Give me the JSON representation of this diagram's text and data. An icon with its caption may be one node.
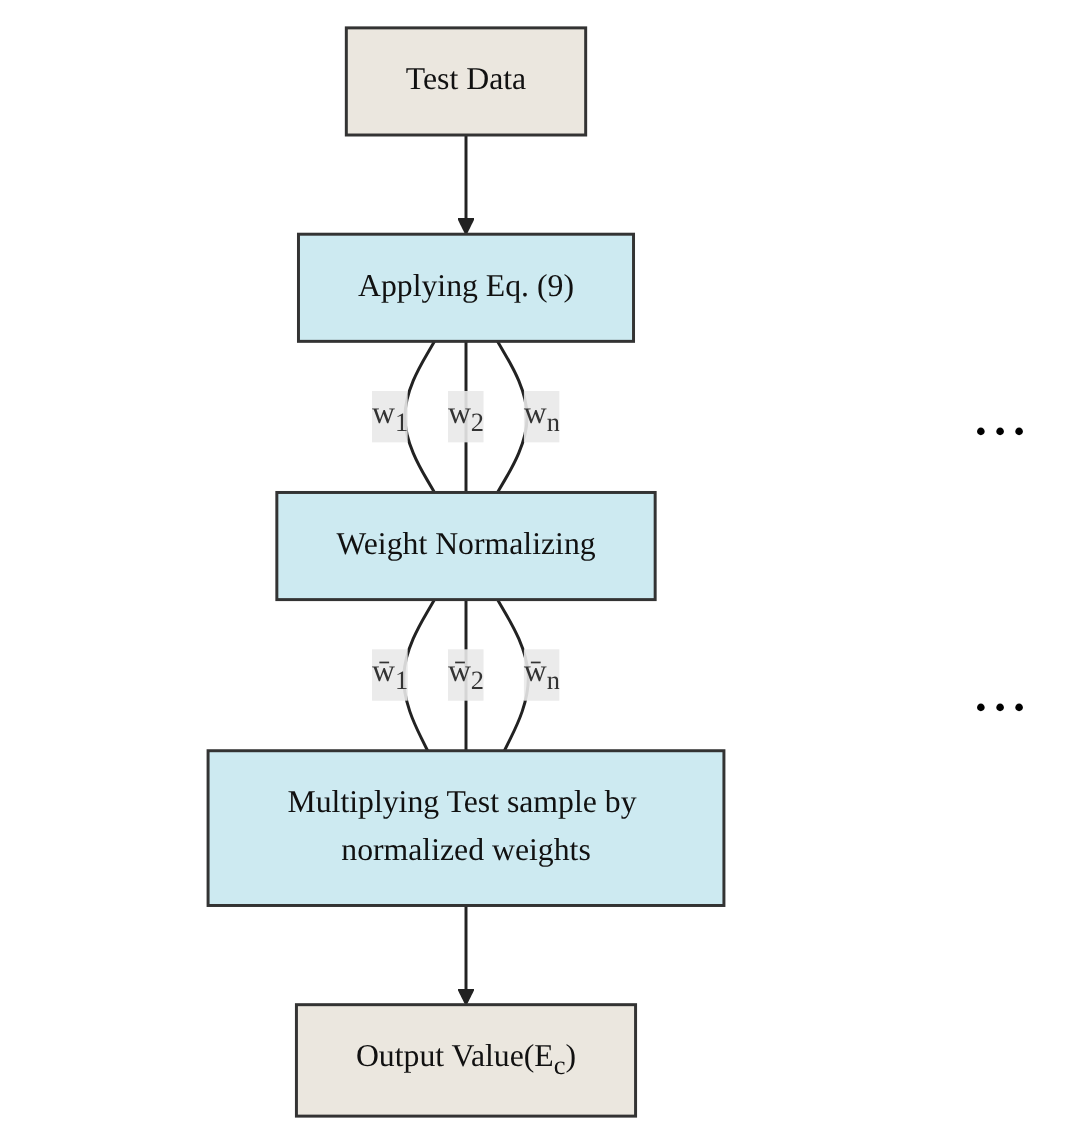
{
  "diagram": {
    "nodes": [
      {
        "text": [
          "Test Data"
        ]
      },
      {
        "text": [
          "Applying Eq. (9)"
        ]
      },
      {
        "text": [
          "Weight Normalizing"
        ]
      },
      {
        "text": [
          "Multiplying Test sample by normalized weights"
        ]
      },
      {
        "text": [
          "Output Value(E$_{c}$)"
        ]
      }
    ],
    "edges": [
      {
        "from": 0,
        "to": 1,
        "arrow": "to"
      },
      {
        "from": 1,
        "to": 2,
        "arrow": "none",
        "label": "w$_{1}$"
      },
      {
        "from": 1,
        "to": 2,
        "arrow": "none",
        "label": "w$_{2}$"
      },
      {
        "from": 1,
        "to": 2,
        "arrow": "none",
        "label": "w$_{n}$"
      },
      {
        "from": 2,
        "to": 3,
        "arrow": "none",
        "label": "w̄$_{1}$"
      },
      {
        "from": 2,
        "to": 3,
        "arrow": "none",
        "label": "w̄$_{2}$"
      },
      {
        "from": 2,
        "to": 3,
        "arrow": "none",
        "label": "w̄$_{n}$"
      },
      {
        "from": 3,
        "to": 4,
        "arrow": "to"
      }
    ],
    "labels": [
      "• • •",
      "• • •"
    ]
  }
}
